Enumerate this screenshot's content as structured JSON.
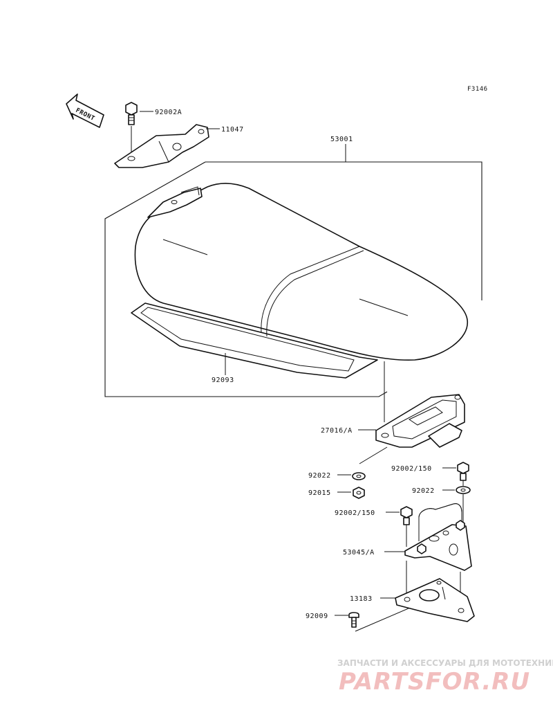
{
  "figure_code": "F3146",
  "front_arrow": {
    "label": "FRONT",
    "icon": "front-arrow-icon"
  },
  "parts": [
    {
      "key": "p92002A",
      "number": "92002A"
    },
    {
      "key": "p11047",
      "number": "11047"
    },
    {
      "key": "p53001",
      "number": "53001"
    },
    {
      "key": "p92093",
      "number": "92093"
    },
    {
      "key": "p27016A",
      "number": "27016/A"
    },
    {
      "key": "p92022a",
      "number": "92022"
    },
    {
      "key": "p92015",
      "number": "92015"
    },
    {
      "key": "p92002_150a",
      "number": "92002/150"
    },
    {
      "key": "p92022b",
      "number": "92022"
    },
    {
      "key": "p92002_150b",
      "number": "92002/150"
    },
    {
      "key": "p53045A",
      "number": "53045/A"
    },
    {
      "key": "p13183",
      "number": "13183"
    },
    {
      "key": "p92009",
      "number": "92009"
    }
  ],
  "watermark": {
    "caption": "ЗАПЧАСТИ И АКСЕССУАРЫ ДЛЯ МОТОТЕХНИКИ",
    "brand": "PARTSFOR.RU",
    "brand_color": "#e88a8a"
  }
}
